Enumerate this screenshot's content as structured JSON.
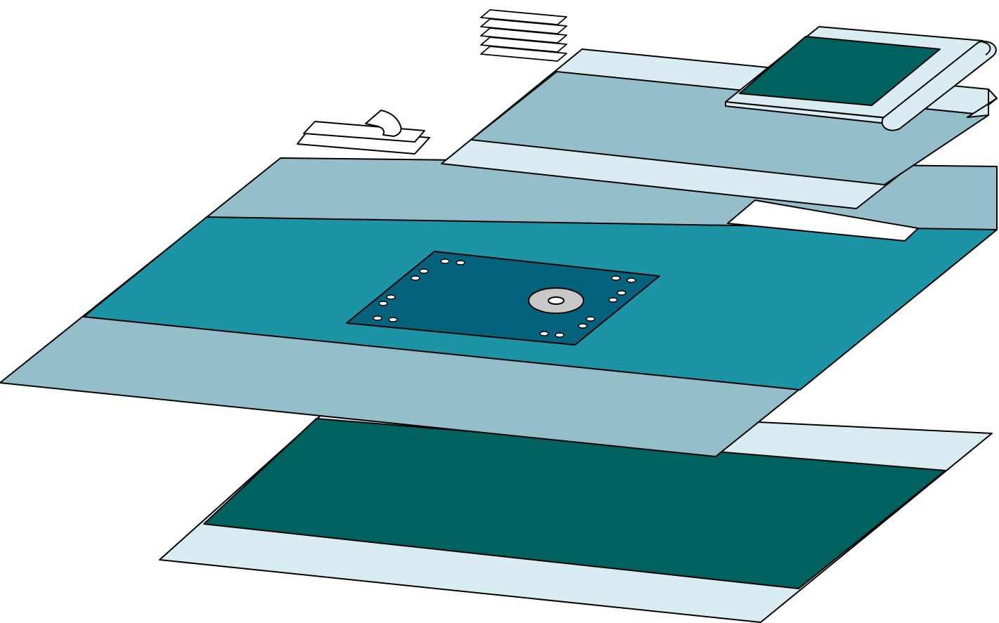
{
  "diagram": {
    "kind": "exploded surgical drape kit illustration",
    "components": [
      {
        "id": "base-sheet",
        "icon": "table-cover-icon"
      },
      {
        "id": "main-drape",
        "icon": "fenestrated-drape-icon"
      },
      {
        "id": "fenestration-panel",
        "icon": "incise-panel-icon",
        "ports": 16
      },
      {
        "id": "fluid-ring",
        "icon": "port-ring-icon"
      },
      {
        "id": "back-table-cover",
        "icon": "folded-drape-icon"
      },
      {
        "id": "rolled-towel",
        "icon": "rolled-towel-icon"
      },
      {
        "id": "adhesive-tape",
        "icon": "adhesive-tape-icon"
      },
      {
        "id": "towel-stack",
        "icon": "towel-stack-icon",
        "count": 5
      }
    ]
  },
  "colors": {
    "dark_teal": "#00625F",
    "teal": "#1C94A5",
    "light_blue": "#94BFCA",
    "pale_blue": "#D8ECF1",
    "navy": "#04627C",
    "ring_gray": "#C8C8C8",
    "outline": "#000000",
    "white": "#FFFFFF"
  }
}
